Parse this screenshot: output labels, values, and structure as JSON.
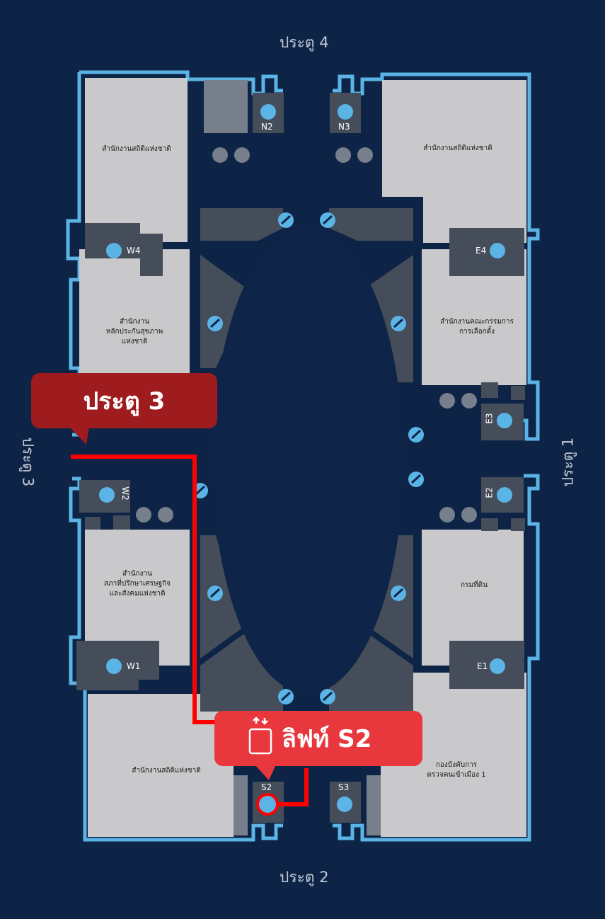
{
  "gates": {
    "north": "ประตู 4",
    "south": "ประตู 2",
    "west": "ประตู 3",
    "east": "ประตู 1"
  },
  "rooms": {
    "nw": "สำนักงานสถิติแห่งชาติ",
    "ne": "สำนักงานสถิติแห่งชาติ",
    "w_upper": "สำนักงาน\nหลักประกันสุขภาพ\nแห่งชาติ",
    "e_upper": "สำนักงานคณะกรรมการ\nการเลือกตั้ง",
    "w_lower": "สำนักงาน\nสภาที่ปรึกษาเศรษฐกิจ\nและสังคมแห่งชาติ",
    "e_lower": "กรมที่ดิน",
    "sw": "สำนักงานสถิติแห่งชาติ",
    "se": "กองบังคับการ\nตรวจคนเข้าเมือง 1"
  },
  "lifts": {
    "n2": "N2",
    "n3": "N3",
    "w4": "W4",
    "e4": "E4",
    "e3": "E3",
    "w2": "W2",
    "e2": "E2",
    "w1": "W1",
    "e1": "E1",
    "s2": "S2",
    "s3": "S3"
  },
  "callouts": {
    "entry": "ประตู 3",
    "destination": "ลิฟท์ S2"
  },
  "colors": {
    "background": "#0d2447",
    "wall": "#5bb4e6",
    "office": "#c9c9cc",
    "corridor": "#454d5a",
    "route": "#ff0000",
    "callout_entry": "#9e1b1e",
    "callout_destination": "#e8383d",
    "icon": "#5bb4e6"
  }
}
